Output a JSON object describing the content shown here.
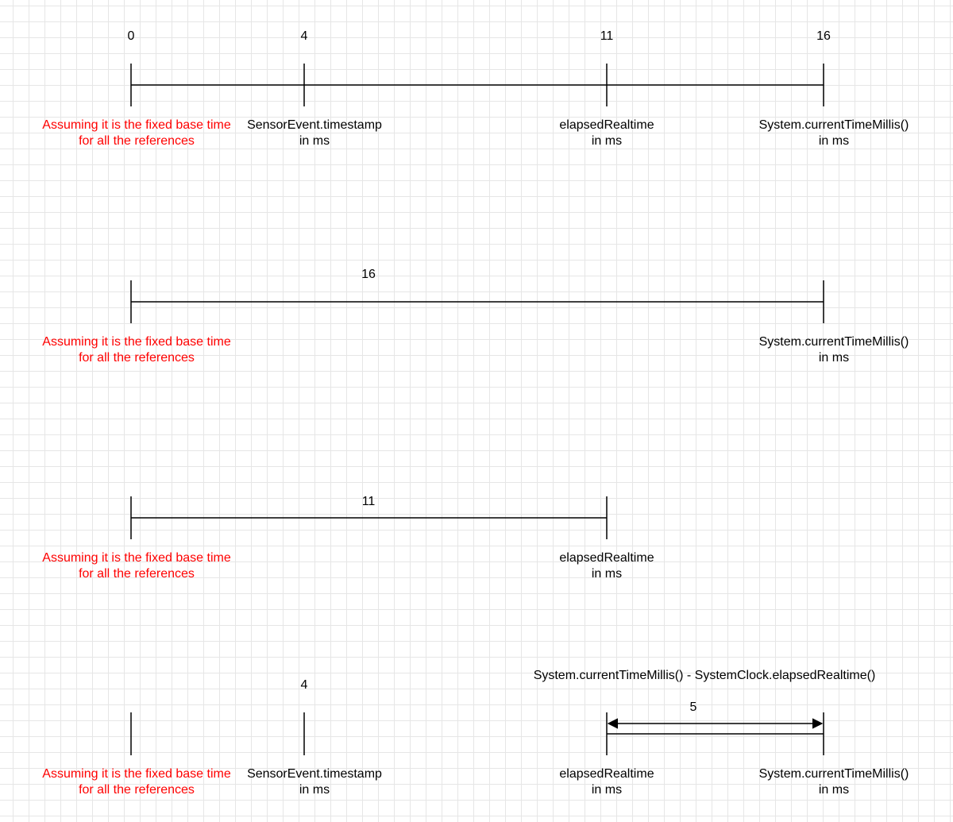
{
  "base_label": {
    "line1": "Assuming it is the fixed base time",
    "line2": "for all the references"
  },
  "sensor_label": {
    "line1": "SensorEvent.timestamp",
    "line2": "in ms"
  },
  "elapsed_label": {
    "line1": "elapsedRealtime",
    "line2": "in ms"
  },
  "current_label": {
    "line1": "System.currentTimeMillis()",
    "line2": "in ms"
  },
  "timeline1": {
    "t0": "0",
    "t_sensor": "4",
    "t_elapsed": "11",
    "t_current": "16"
  },
  "timeline2": {
    "span": "16"
  },
  "timeline3": {
    "span": "11"
  },
  "timeline4": {
    "sensor_value": "4",
    "difference_formula": "System.currentTimeMillis() - SystemClock.elapsedRealtime()",
    "difference_value": "5"
  },
  "colors": {
    "base_label": "#ff0000",
    "grid": "#e6e6e6",
    "line": "#000000"
  }
}
